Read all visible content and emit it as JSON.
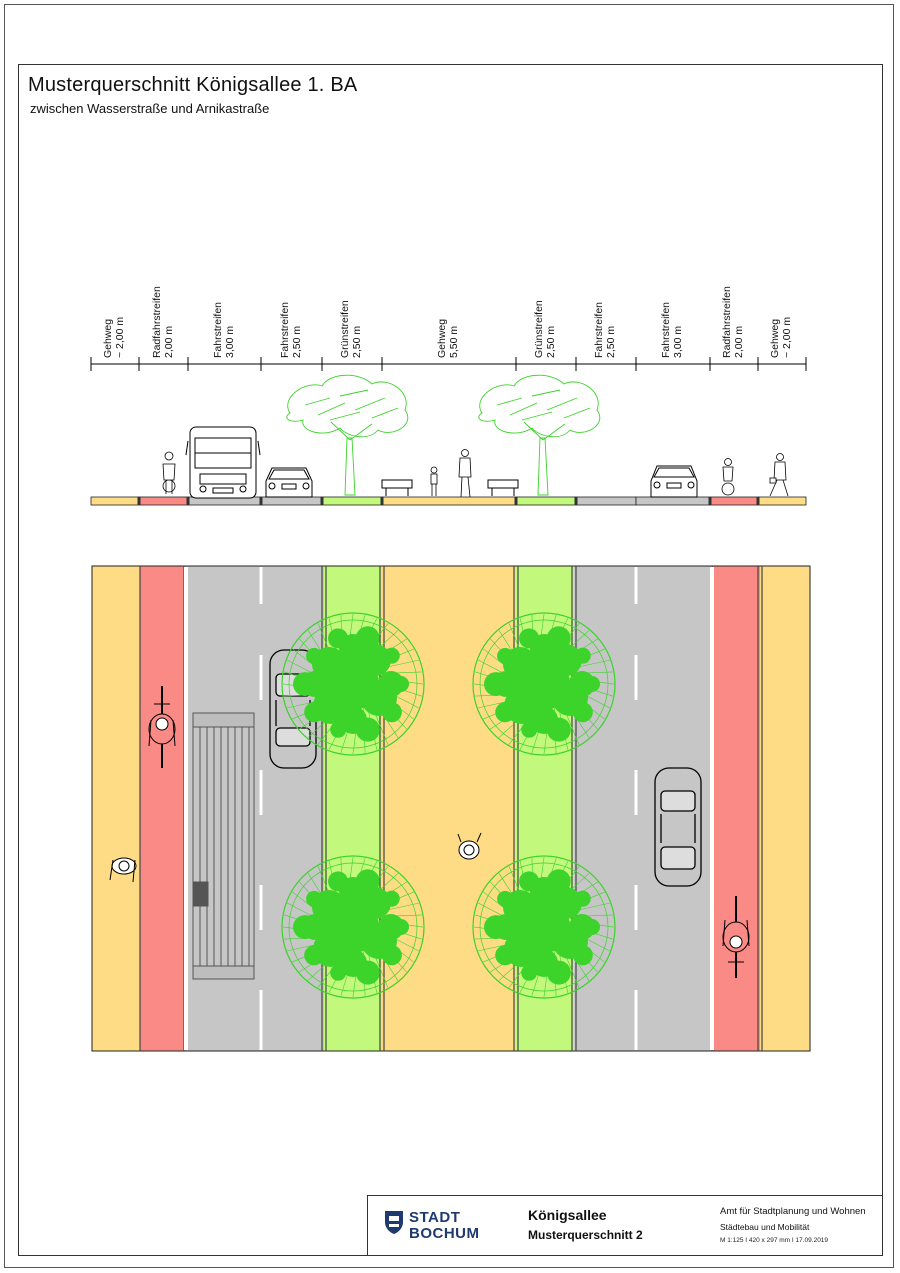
{
  "header": {
    "title": "Musterquerschnitt Königsallee 1. BA",
    "subtitle": "zwischen Wasserstraße und Arnikastraße"
  },
  "lanes": [
    {
      "name": "Gehweg",
      "width": "~ 2,00 m"
    },
    {
      "name": "Radfahrstreifen",
      "width": "2,00 m"
    },
    {
      "name": "Fahrstreifen",
      "width": "3,00 m"
    },
    {
      "name": "Fahrstreifen",
      "width": "2,50 m"
    },
    {
      "name": "Grünstreifen",
      "width": "2,50 m"
    },
    {
      "name": "Gehweg",
      "width": "5,50 m"
    },
    {
      "name": "Grünstreifen",
      "width": "2,50 m"
    },
    {
      "name": "Fahrstreifen",
      "width": "2,50 m"
    },
    {
      "name": "Fahrstreifen",
      "width": "3,00 m"
    },
    {
      "name": "Radfahrstreifen",
      "width": "2,00 m"
    },
    {
      "name": "Gehweg",
      "width": "~ 2,00 m"
    }
  ],
  "colors": {
    "sidewalk": "#fddc85",
    "bike_lane": "#f98a86",
    "road": "#c6c6c6",
    "green_strip": "#c2f97c",
    "tree": "#3cd32a"
  },
  "title_block": {
    "logo_line1": "STADT",
    "logo_line2": "BOCHUM",
    "project": "Königsallee",
    "drawing": "Musterquerschnitt 2",
    "office": "Amt für Stadtplanung und Wohnen",
    "department": "Städtebau und Mobilität",
    "meta": "M 1:125    I    420 x 297 mm    I    17.09.2019"
  }
}
